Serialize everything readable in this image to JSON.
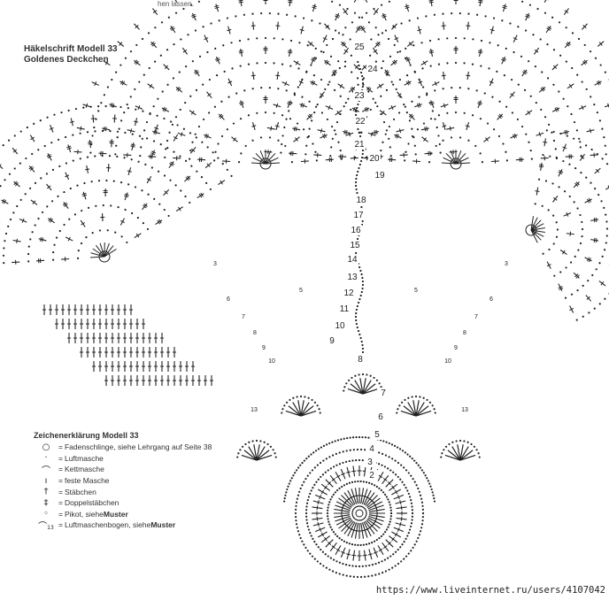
{
  "top_note": "hen lassen.",
  "title_line1": "Häkelschrift Modell 33",
  "title_line2": "Goldenes Deckchen",
  "legend": {
    "heading": "Zeichenerklärung Modell 33",
    "items": [
      {
        "icon": "circle-icon",
        "text": "Fadenschlinge, siehe Lehrgang auf Seite 38",
        "bold": ""
      },
      {
        "icon": "dot-icon",
        "text": "Luftmasche",
        "bold": ""
      },
      {
        "icon": "arc-icon",
        "text": "Kettmasche",
        "bold": ""
      },
      {
        "icon": "line-icon",
        "text": "feste Masche",
        "bold": ""
      },
      {
        "icon": "cross-icon",
        "text": "Stäbchen",
        "bold": ""
      },
      {
        "icon": "double-cross-icon",
        "text": "Doppelstäbchen",
        "bold": ""
      },
      {
        "icon": "small-circle-icon",
        "text": "Pikot, siehe ",
        "bold": "Muster"
      },
      {
        "icon": "chain-arc-icon",
        "text": "Luftmaschenbogen, siehe ",
        "bold": "Muster"
      }
    ],
    "arc_label": "13"
  },
  "round_numbers": [
    "2",
    "3",
    "4",
    "5",
    "6",
    "7",
    "8",
    "9",
    "10",
    "11",
    "12",
    "13",
    "14",
    "15",
    "16",
    "17",
    "18",
    "19",
    "20",
    "21",
    "22",
    "23",
    "24",
    "25"
  ],
  "side_numbers": [
    "3",
    "5",
    "6",
    "7",
    "8",
    "9",
    "10",
    "13"
  ],
  "watermark": "https://www.liveinternet.ru/users/4107042"
}
